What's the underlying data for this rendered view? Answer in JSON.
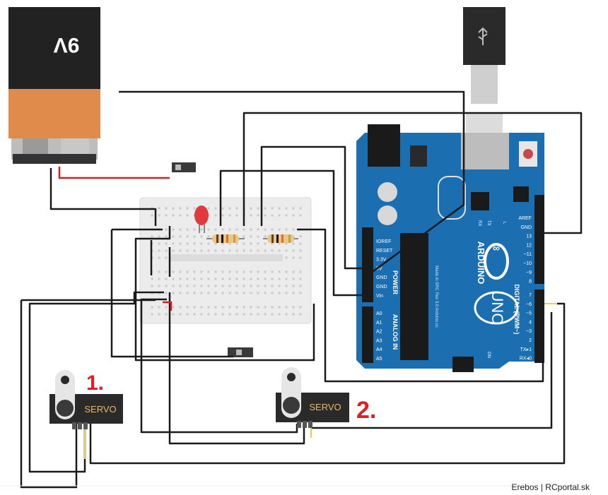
{
  "battery": {
    "label": "9V"
  },
  "arduino": {
    "brand": "ARDUINO",
    "model": "UNO",
    "power_header_label": "POWER",
    "analog_header_label": "ANALOG IN",
    "digital_header_label": "DIGITAL (PWM~)",
    "power_pins": [
      "IOREF",
      "RESET",
      "3.3V",
      "5V",
      "GND",
      "GND",
      "Vin"
    ],
    "analog_pins": [
      "A0",
      "A1",
      "A2",
      "A3",
      "A4",
      "A5"
    ],
    "digital_upper_pins": [
      "AREF",
      "GND",
      "13",
      "12",
      "~11",
      "~10",
      "~9",
      "8"
    ],
    "digital_lower_pins": [
      "7",
      "~6",
      "~5",
      "4",
      "~3",
      "2",
      "TX▸1",
      "RX◂0"
    ],
    "tx_label": "TX",
    "rx_label": "RX",
    "l_label": "L",
    "on_label": "ON",
    "fine_print": "Made in SRC Rev 3.0 Arduino.cc"
  },
  "servo1": {
    "label": "SERVO",
    "annotation": "1."
  },
  "servo2": {
    "label": "SERVO",
    "annotation": "2."
  },
  "credit": "Erebos | RCportal.sk",
  "colors": {
    "wire_black": "#1a1a1a",
    "wire_red": "#d02020",
    "wire_yellow": "#e8d24a",
    "board_blue": "#1b6fb0",
    "annotation_red": "#e02020",
    "battery_orange": "#e08a4c",
    "battery_black": "#1c1c1c"
  }
}
